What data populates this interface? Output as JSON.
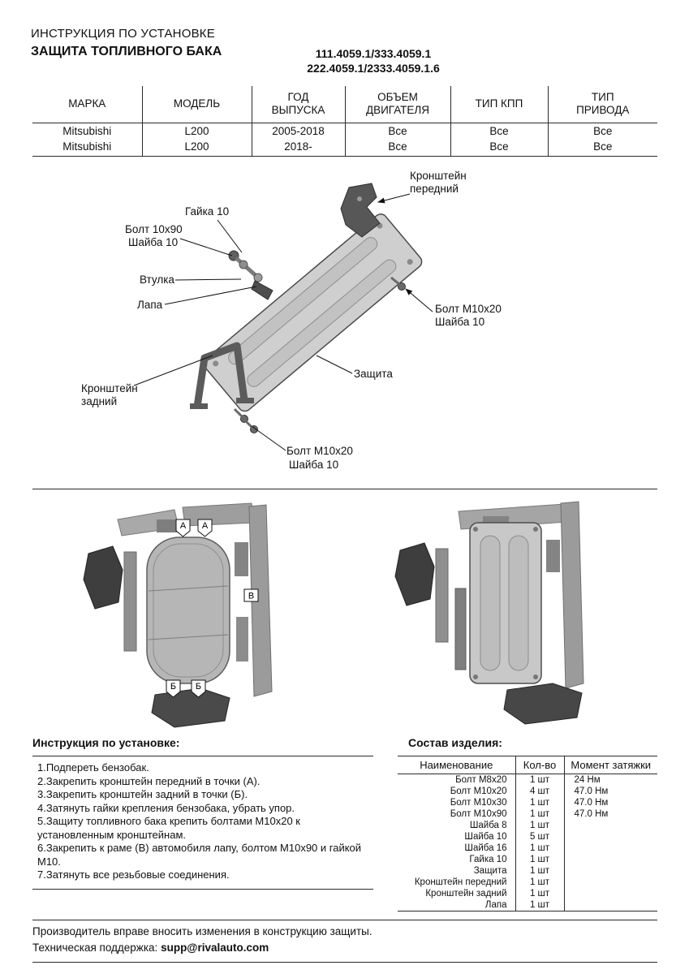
{
  "header": {
    "title_line1": "ИНСТРУКЦИЯ ПО УСТАНОВКЕ",
    "title_line2": "ЗАЩИТА ТОПЛИВНОГО БАКА",
    "part_numbers_line1": "111.4059.1/333.4059.1",
    "part_numbers_line2": "222.4059.1/2333.4059.1.6"
  },
  "vehicle_table": {
    "headers": [
      "МАРКА",
      "МОДЕЛЬ",
      "ГОД ВЫПУСКА",
      "ОБЪЕМ ДВИГАТЕЛЯ",
      "ТИП КПП",
      "ТИП ПРИВОДА"
    ],
    "rows": [
      [
        "Mitsubishi",
        "L200",
        "2005-2018",
        "Все",
        "Все",
        "Все"
      ],
      [
        "Mitsubishi",
        "L200",
        "2018-",
        "Все",
        "Все",
        "Все"
      ]
    ]
  },
  "diagram": {
    "label_bracket_front": "Кронштейн передний",
    "label_nut_10": "Гайка 10",
    "label_bolt_10x90": "Болт 10х90",
    "label_washer_10_left": "Шайба 10",
    "label_bushing": "Втулка",
    "label_paw": "Лапа",
    "label_bolt_m10x20_right": "Болт М10х20",
    "label_washer_10_right": "Шайба 10",
    "label_shield": "Защита",
    "label_bracket_rear": "Кронштейн задний",
    "label_bolt_m10x20_bottom": "Болт М10х20",
    "label_washer_10_bottom": "Шайба 10"
  },
  "markers": {
    "a": "А",
    "b": "Б",
    "v": "В"
  },
  "instructions": {
    "title": "Инструкция по установке:",
    "steps": [
      "1.Подпереть бензобак.",
      "2.Закрепить кронштейн передний в точки (А).",
      "3.Закрепить кронштейн задний в точки (Б).",
      "4.Затянуть гайки крепления бензобака, убрать упор.",
      "5.Защиту топливного бака крепить болтами М10х20 к установленным кронштейнам.",
      "6.Закрепить к раме (В) автомобиля лапу, болтом М10х90 и гайкой М10.",
      "7.Затянуть все резьбовые соединения."
    ]
  },
  "parts": {
    "title": "Состав изделия:",
    "headers": [
      "Наименование",
      "Кол-во",
      "Момент затяжки"
    ],
    "rows": [
      [
        "Болт М8х20",
        "1 шт",
        "24 Нм"
      ],
      [
        "Болт М10х20",
        "4 шт",
        "47.0 Нм"
      ],
      [
        "Болт М10х30",
        "1 шт",
        "47.0 Нм"
      ],
      [
        "Болт М10х90",
        "1 шт",
        "47.0 Нм"
      ],
      [
        "Шайба 8",
        "1 шт",
        ""
      ],
      [
        "Шайба 10",
        "5 шт",
        ""
      ],
      [
        "Шайба 16",
        "1 шт",
        ""
      ],
      [
        "Гайка 10",
        "1 шт",
        ""
      ],
      [
        "Защита",
        "1 шт",
        ""
      ],
      [
        "Кронштейн передний",
        "1 шт",
        ""
      ],
      [
        "Кронштейн задний",
        "1 шт",
        ""
      ],
      [
        "Лапа",
        "1 шт",
        ""
      ]
    ]
  },
  "footer": {
    "line1": "Производитель вправе вносить изменения в конструкцию защиты.",
    "support_label": "Техническая поддержка:",
    "support_email": "supp@rivalauto.com"
  }
}
